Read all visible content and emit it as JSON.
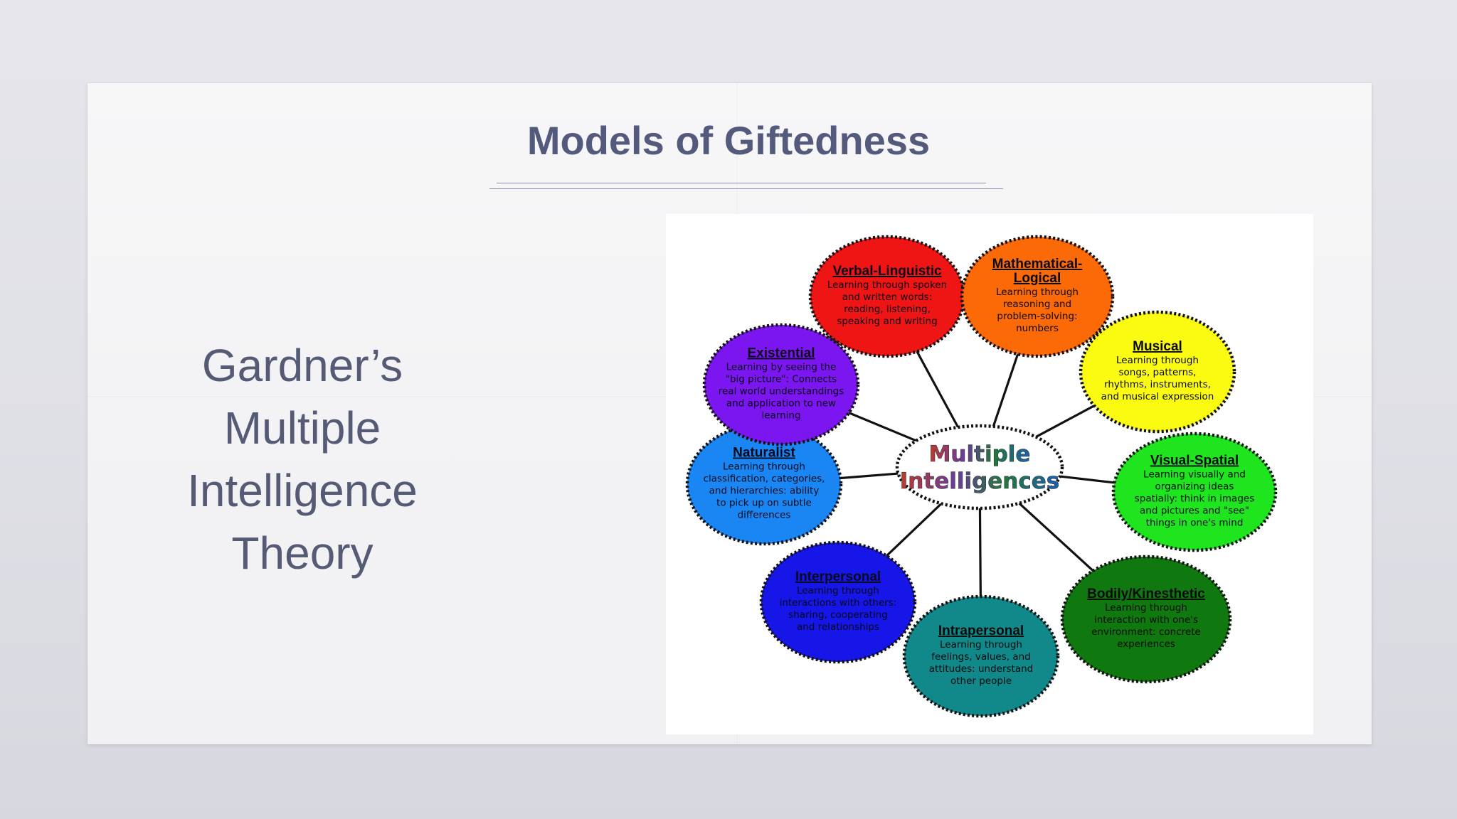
{
  "slide": {
    "title": "Models of Giftedness",
    "subtitle_lines": [
      "Gardner’s",
      "Multiple",
      "Intelligence",
      "Theory"
    ]
  },
  "diagram": {
    "center_lines": [
      "Multiple",
      "Intelligences"
    ],
    "nodes": [
      {
        "id": "verbal-linguistic",
        "title_lines": [
          "Verbal-Linguistic"
        ],
        "desc_lines": [
          "Learning through spoken",
          "and written words:",
          "reading, listening,",
          "speaking and writing"
        ],
        "color": "#ef1515"
      },
      {
        "id": "mathematical-logical",
        "title_lines": [
          "Mathematical-",
          "Logical"
        ],
        "desc_lines": [
          "Learning through",
          "reasoning and",
          "problem-solving:",
          "numbers"
        ],
        "color": "#fb6a06"
      },
      {
        "id": "musical",
        "title_lines": [
          "Musical"
        ],
        "desc_lines": [
          "Learning through",
          "songs, patterns,",
          "rhythms, instruments,",
          "and musical expression"
        ],
        "color": "#fbfb12"
      },
      {
        "id": "visual-spatial",
        "title_lines": [
          "Visual-Spatial"
        ],
        "desc_lines": [
          "Learning visually and",
          "organizing ideas",
          "spatially: think in images",
          "and pictures and \"see\"",
          "things in one's mind"
        ],
        "color": "#1ee51e"
      },
      {
        "id": "bodily-kinesthetic",
        "title_lines": [
          "Bodily/Kinesthetic"
        ],
        "desc_lines": [
          "Learning through",
          "interaction with one's",
          "environment: concrete",
          "experiences"
        ],
        "color": "#0f790f"
      },
      {
        "id": "intrapersonal",
        "title_lines": [
          "Intrapersonal"
        ],
        "desc_lines": [
          "Learning through",
          "feelings, values, and",
          "attitudes: understand",
          "other people"
        ],
        "color": "#11898a"
      },
      {
        "id": "interpersonal",
        "title_lines": [
          "Interpersonal"
        ],
        "desc_lines": [
          "Learning through",
          "interactions with others:",
          "sharing, cooperating",
          "and relationships"
        ],
        "color": "#1616e8"
      },
      {
        "id": "naturalist",
        "title_lines": [
          "Naturalist"
        ],
        "desc_lines": [
          "Learning through",
          "classification, categories,",
          "and hierarchies: ability",
          "to pick up on subtle",
          "differences"
        ],
        "color": "#1a86f4"
      },
      {
        "id": "existential",
        "title_lines": [
          "Existential"
        ],
        "desc_lines": [
          "Learning by seeing the",
          "\"big picture\": Connects",
          "real world understandings",
          "and application to new",
          "learning"
        ],
        "color": "#7b16f0"
      }
    ]
  }
}
